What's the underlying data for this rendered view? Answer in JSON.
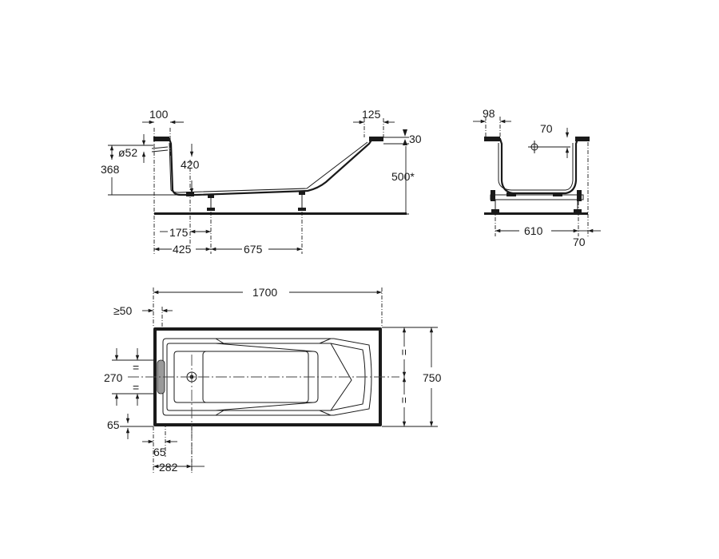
{
  "side_view": {
    "dims": {
      "rim_left": "100",
      "rim_right": "125",
      "rim_thickness": "30",
      "overflow_dia": "ø52",
      "overflow_height": "368",
      "inner_depth": "420",
      "total_height": "500*",
      "drain_pos": "175",
      "leg1_pos": "425",
      "leg_spacing": "675"
    }
  },
  "end_view": {
    "dims": {
      "rim_width": "98",
      "overflow_offset": "70",
      "leg_spacing": "610",
      "adjust": "70"
    }
  },
  "plan_view": {
    "dims": {
      "length": "1700",
      "wall_clearance": "≥50",
      "width": "750",
      "handle_span": "270",
      "eq_mark": "=",
      "edge_bottom": "65",
      "edge_left": "65",
      "drain_x": "282"
    }
  },
  "colors": {
    "line": "#1a1a1a",
    "fill": "#1a1a1a",
    "handle": "#9a9a9a",
    "background": "#ffffff"
  }
}
